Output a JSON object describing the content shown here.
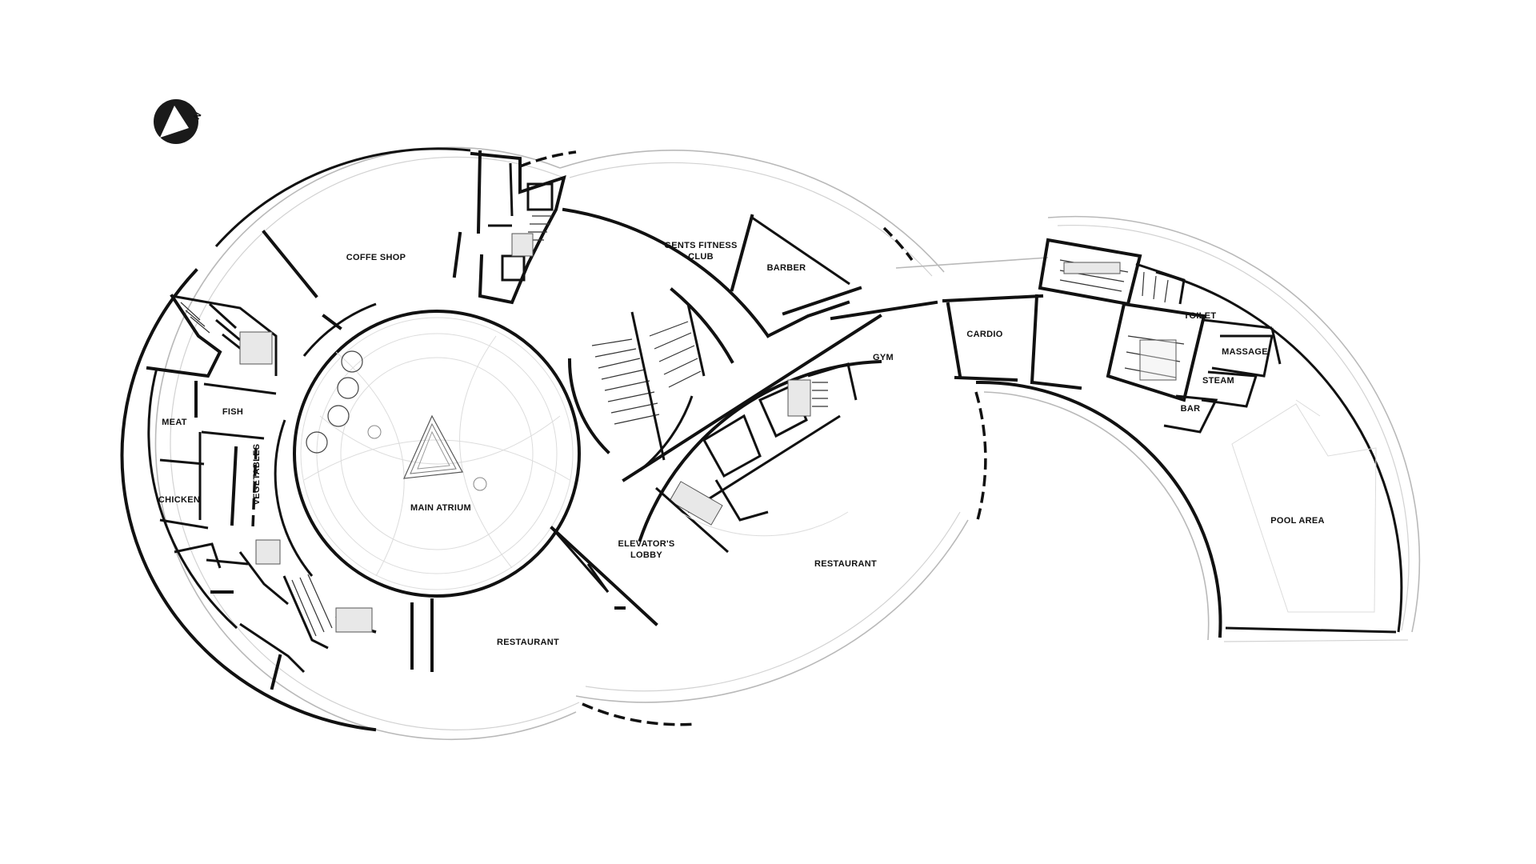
{
  "plan": {
    "north_marker": "N",
    "rooms": {
      "coffee_shop": "COFFE SHOP",
      "gents_fitness_line1": "GENTS FITNESS",
      "gents_fitness_line2": "CLUB",
      "barber": "BARBER",
      "gym": "GYM",
      "cardio": "CARDIO",
      "toilet": "TOILET",
      "massage": "MASSAGE",
      "steam": "STEAM",
      "bar": "BAR",
      "pool_area": "POOL AREA",
      "meat": "MEAT",
      "fish": "FISH",
      "vegetables": "VEGETABLES",
      "chicken": "CHICKEN",
      "main_atrium": "MAIN ATRIUM",
      "elevator_line1": "ELEVATOR'S",
      "elevator_line2": "LOBBY",
      "restaurant_left": "RESTAURANT",
      "restaurant_right": "RESTAURANT"
    },
    "colors": {
      "wall": "#111111",
      "outline": "#b9b9b9",
      "background": "#ffffff"
    }
  }
}
